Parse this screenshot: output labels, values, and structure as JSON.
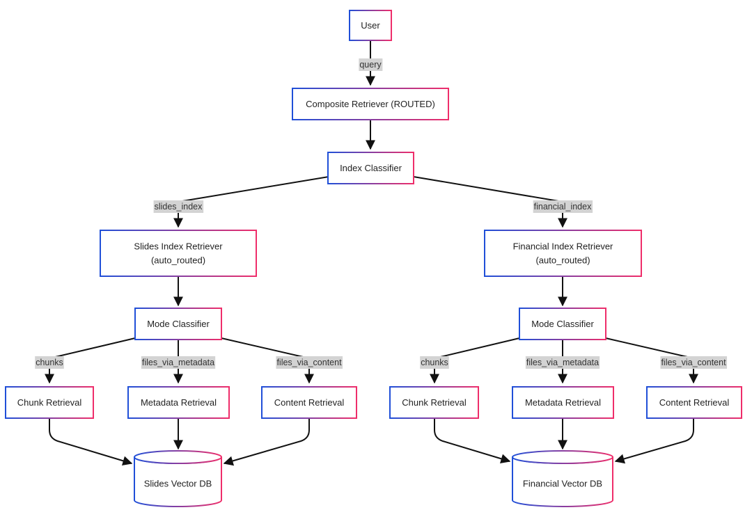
{
  "colors": {
    "gradient_start": "#1f4fd8",
    "gradient_end": "#ef2d6a",
    "edge": "#111111",
    "label_bg": "#d3d3d3"
  },
  "nodes": {
    "user": [
      "User"
    ],
    "composite": [
      "Composite Retriever (ROUTED)"
    ],
    "index_classifier": [
      "Index Classifier"
    ],
    "slides_retriever": [
      "Slides Index Retriever",
      "(auto_routed)"
    ],
    "financial_retriever": [
      "Financial Index Retriever",
      "(auto_routed)"
    ],
    "mode_left": [
      "Mode Classifier"
    ],
    "mode_right": [
      "Mode Classifier"
    ],
    "chunk_left": [
      "Chunk Retrieval"
    ],
    "meta_left": [
      "Metadata Retrieval"
    ],
    "content_left": [
      "Content Retrieval"
    ],
    "chunk_right": [
      "Chunk Retrieval"
    ],
    "meta_right": [
      "Metadata Retrieval"
    ],
    "content_right": [
      "Content Retrieval"
    ],
    "slides_db": [
      "Slides Vector DB"
    ],
    "financial_db": [
      "Financial Vector DB"
    ]
  },
  "edge_labels": {
    "query": "query",
    "slides_index": "slides_index",
    "financial_index": "financial_index",
    "chunks_left": "chunks",
    "files_via_metadata_left": "files_via_metadata",
    "files_via_content_left": "files_via_content",
    "chunks_right": "chunks",
    "files_via_metadata_right": "files_via_metadata",
    "files_via_content_right": "files_via_content"
  }
}
